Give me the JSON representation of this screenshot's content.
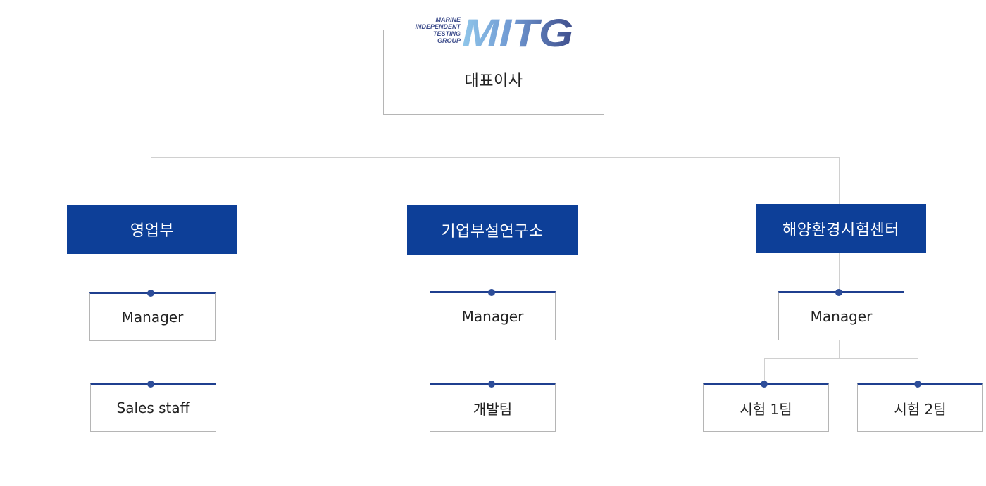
{
  "logo": {
    "small_lines": [
      "MARINE",
      "INDEPENDENT",
      "TESTING",
      "GROUP"
    ],
    "wordmark": "MITG"
  },
  "ceo": {
    "label": "대표이사"
  },
  "departments": [
    {
      "label": "영업부",
      "manager": "Manager",
      "teams": [
        "Sales staff"
      ]
    },
    {
      "label": "기업부설연구소",
      "manager": "Manager",
      "teams": [
        "개발팀"
      ]
    },
    {
      "label": "해양환경시험센터",
      "manager": "Manager",
      "teams": [
        "시험 1팀",
        "시험 2팀"
      ]
    }
  ],
  "colors": {
    "department_fill": "#0d3f98",
    "accent_line": "#1f3f8f",
    "connector": "#d0d0d0"
  }
}
